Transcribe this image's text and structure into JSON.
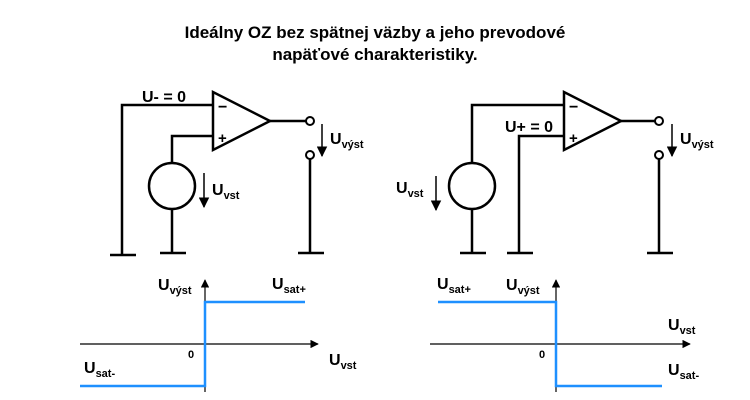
{
  "title": {
    "line1": "Ideálny OZ bez spätnej väzby a jeho prevodové",
    "line2": "napäťové charakteristiky."
  },
  "left_circuit": {
    "u_minus_label": "U- = 0",
    "opamp_minus": "−",
    "opamp_plus": "+",
    "out_voltage_main": "U",
    "out_voltage_sub": "výst",
    "in_voltage_main": "U",
    "in_voltage_sub": "vst"
  },
  "right_circuit": {
    "u_plus_label": "U+ = 0",
    "opamp_minus": "−",
    "opamp_plus": "+",
    "out_voltage_main": "U",
    "out_voltage_sub": "výst",
    "in_voltage_main": "U",
    "in_voltage_sub": "vst"
  },
  "left_chart": {
    "y_main": "U",
    "y_sub": "výst",
    "x_main": "U",
    "x_sub": "vst",
    "origin": "0",
    "sat_pos_main": "U",
    "sat_pos_sub": "sat+",
    "sat_neg_main": "U",
    "sat_neg_sub": "sat-"
  },
  "right_chart": {
    "y_main": "U",
    "y_sub": "výst",
    "x_main": "U",
    "x_sub": "vst",
    "origin": "0",
    "sat_pos_main": "U",
    "sat_pos_sub": "sat+",
    "sat_neg_main": "U",
    "sat_neg_sub": "sat-"
  },
  "colors": {
    "curve": "#1e90ff",
    "wire": "#000000"
  }
}
